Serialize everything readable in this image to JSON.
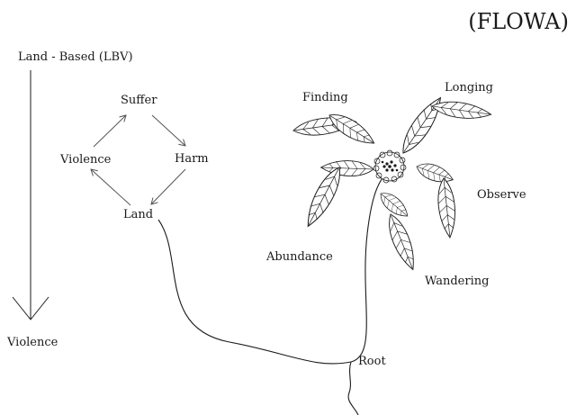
{
  "title": "(FLOWA)",
  "scale": {
    "top_label": "Land - Based (LBV)",
    "bottom_label": "Violence"
  },
  "cycle": {
    "top": "Suffer",
    "left": "Violence",
    "right": "Harm",
    "bottom": "Land"
  },
  "flower": {
    "petals": [
      "Finding",
      "Longing",
      "Observe",
      "Wandering",
      "Abundance"
    ],
    "root": "Root"
  },
  "colors": {
    "ink": "#1a1a1a",
    "leaf_fill": "#ffffff",
    "arrow": "#555555"
  }
}
